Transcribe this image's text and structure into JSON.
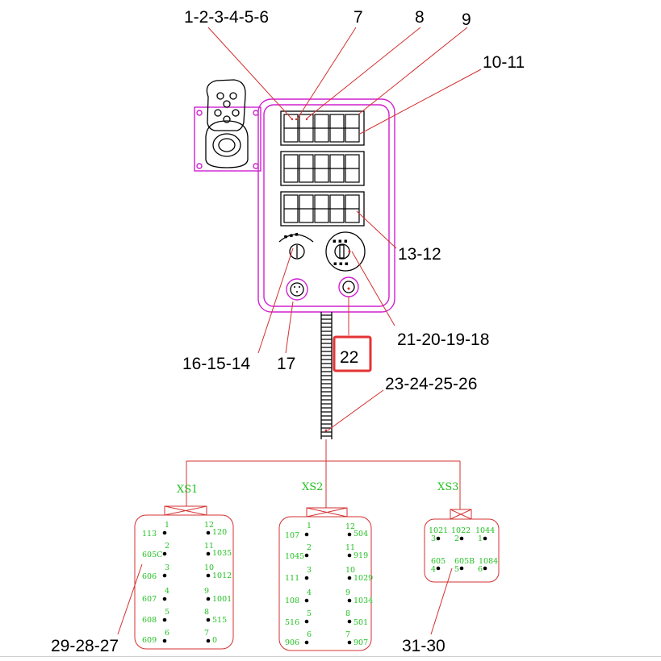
{
  "callouts": {
    "c1": "1-2-3-4-5-6",
    "c7": "7",
    "c8": "8",
    "c9": "9",
    "c10": "10-11",
    "c13": "13-12",
    "c21": "21-20-19-18",
    "c16": "16-15-14",
    "c17": "17",
    "c22": "22",
    "c23": "23-24-25-26",
    "c29": "29-28-27",
    "c31": "31-30"
  },
  "connectors": {
    "xs1": {
      "label": "XS1",
      "left_wires": [
        "113",
        "605C",
        "606",
        "607",
        "608",
        "609"
      ],
      "left_pins": [
        "1",
        "2",
        "3",
        "4",
        "5",
        "6"
      ],
      "right_pins": [
        "12",
        "11",
        "10",
        "9",
        "8",
        "7"
      ],
      "right_wires": [
        "120",
        "1035",
        "1012",
        "1001",
        "515",
        "0"
      ]
    },
    "xs2": {
      "label": "XS2",
      "left_wires": [
        "107",
        "1045",
        "111",
        "108",
        "516",
        "906"
      ],
      "left_pins": [
        "1",
        "2",
        "3",
        "4",
        "5",
        "6"
      ],
      "right_pins": [
        "12",
        "11",
        "10",
        "9",
        "8",
        "7"
      ],
      "right_wires": [
        "504",
        "919",
        "1029",
        "1034",
        "501",
        "907"
      ]
    },
    "xs3": {
      "label": "XS3",
      "top_wires": [
        "1021",
        "1022",
        "1044"
      ],
      "top_pins": [
        "3",
        "2",
        "1"
      ],
      "bottom_wires": [
        "605",
        "605B",
        "1084"
      ],
      "bottom_pins": [
        "4",
        "5",
        "6"
      ]
    }
  },
  "colors": {
    "panel": "#d020d0",
    "leader": "#d43030",
    "pin_text": "#22c022",
    "highlight": "#e53333"
  }
}
